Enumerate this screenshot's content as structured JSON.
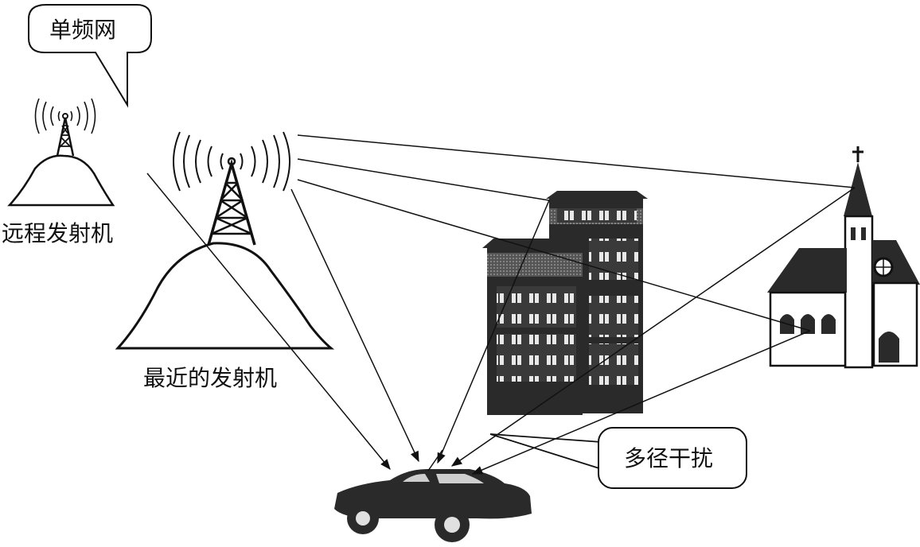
{
  "labels": {
    "sfn_callout": "单频网",
    "remote_transmitter": "远程发射机",
    "nearest_transmitter": "最近的发射机",
    "multipath_callout": "多径干扰"
  },
  "icons": {
    "remote": "radio-tower-on-hill-icon",
    "nearest": "radio-tower-on-hill-icon",
    "building": "apartment-building-icon",
    "church": "church-icon",
    "car": "car-icon"
  },
  "colors": {
    "ink": "#111111",
    "building_fill": "#2a2a2a",
    "background": "#ffffff"
  }
}
